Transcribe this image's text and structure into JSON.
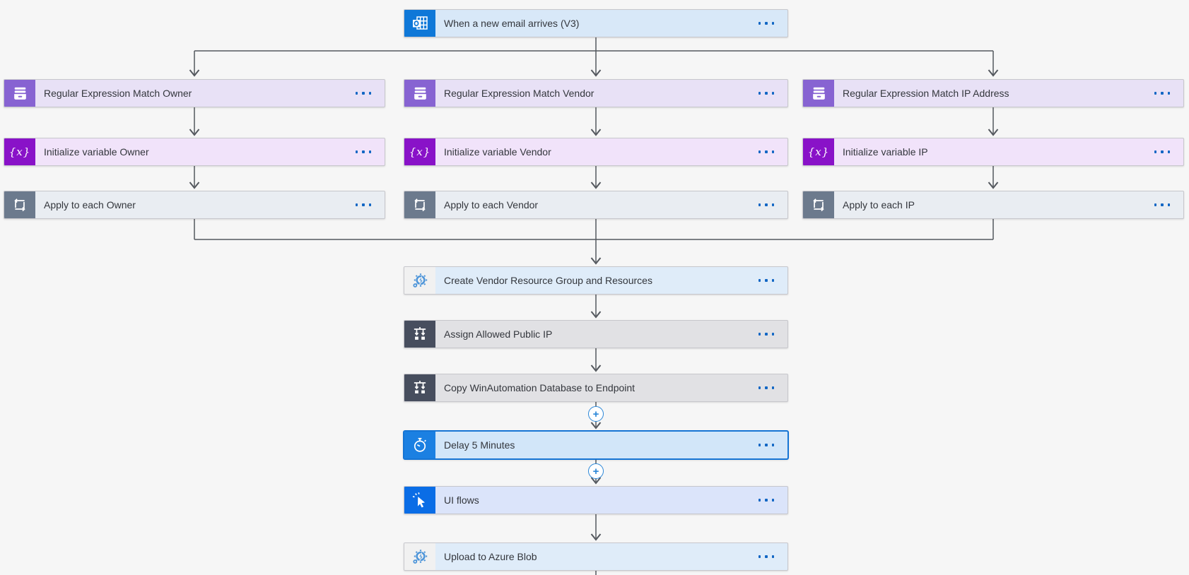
{
  "canvas": {
    "background": "#f6f6f6"
  },
  "connectors": {
    "line_color": "#54585e",
    "arrow_color": "#54585e",
    "insert_button_color": "#2b87d8",
    "menu_dot_color": "#1166c4"
  },
  "insert_buttons": [
    {
      "label": "+"
    },
    {
      "label": "+"
    }
  ],
  "palette": {
    "email": {
      "card": "#d8e8f8",
      "tile": "#0f78d8",
      "glyph": "#ffffff"
    },
    "regex": {
      "card": "#e8e1f6",
      "tile": "#8763d2",
      "glyph": "#ffffff"
    },
    "variable": {
      "card": "#f1e3fa",
      "tile": "#8912c8",
      "glyph": "#ffffff"
    },
    "foreach": {
      "card": "#e9edf2",
      "tile": "#6c7a8d",
      "glyph": "#ffffff"
    },
    "automation": {
      "card": "#dfecf9",
      "tile": "#f1f1f1",
      "glyph": "#4e95d9"
    },
    "deploy": {
      "card": "#e1e1e4",
      "tile": "#474e5e",
      "glyph": "#ffffff"
    },
    "delay": {
      "card": "#d2e6f9",
      "tile": "#1b80e2",
      "glyph": "#ffffff",
      "selected_border": "#1574d4"
    },
    "uiflows": {
      "card": "#dbe4fa",
      "tile": "#0a6de6",
      "glyph": "#ffffff"
    }
  },
  "flow": {
    "nodes": [
      {
        "id": "when-a-new-email-arrives",
        "label": "When a new email arrives (V3)",
        "icon": "outlook-icon",
        "column": "middle",
        "row": "trigger",
        "kind": "email",
        "selected": false
      },
      {
        "id": "regex-match-owner",
        "label": "Regular Expression Match Owner",
        "icon": "archive-box-icon",
        "column": "left",
        "row": "b1",
        "kind": "regex",
        "selected": false
      },
      {
        "id": "regex-match-vendor",
        "label": "Regular Expression Match Vendor",
        "icon": "archive-box-icon",
        "column": "middle",
        "row": "b1",
        "kind": "regex",
        "selected": false
      },
      {
        "id": "regex-match-ip-address",
        "label": "Regular Expression Match IP Address",
        "icon": "archive-box-icon",
        "column": "right",
        "row": "b1",
        "kind": "regex",
        "selected": false
      },
      {
        "id": "initialize-variable-owner",
        "label": "Initialize variable Owner",
        "icon": "variable-icon",
        "column": "left",
        "row": "b2",
        "kind": "variable",
        "selected": false
      },
      {
        "id": "initialize-variable-vendor",
        "label": "Initialize variable Vendor",
        "icon": "variable-icon",
        "column": "middle",
        "row": "b2",
        "kind": "variable",
        "selected": false
      },
      {
        "id": "initialize-variable-ip",
        "label": "Initialize variable IP",
        "icon": "variable-icon",
        "column": "right",
        "row": "b2",
        "kind": "variable",
        "selected": false
      },
      {
        "id": "apply-to-each-owner",
        "label": "Apply to each Owner",
        "icon": "foreach-loop-icon",
        "column": "left",
        "row": "b3",
        "kind": "foreach",
        "selected": false
      },
      {
        "id": "apply-to-each-vendor",
        "label": "Apply to each Vendor",
        "icon": "foreach-loop-icon",
        "column": "middle",
        "row": "b3",
        "kind": "foreach",
        "selected": false
      },
      {
        "id": "apply-to-each-ip",
        "label": "Apply to each IP",
        "icon": "foreach-loop-icon",
        "column": "right",
        "row": "b3",
        "kind": "foreach",
        "selected": false
      },
      {
        "id": "create-vendor-resource-group",
        "label": "Create Vendor Resource Group and Resources",
        "icon": "automation-gear-icon",
        "column": "middle",
        "row": "s0",
        "kind": "automation",
        "selected": false
      },
      {
        "id": "assign-allowed-public-ip",
        "label": "Assign Allowed Public IP",
        "icon": "deploy-icon",
        "column": "middle",
        "row": "s1",
        "kind": "deploy",
        "selected": false
      },
      {
        "id": "copy-winautomation-database",
        "label": "Copy WinAutomation Database to Endpoint",
        "icon": "deploy-icon",
        "column": "middle",
        "row": "s2",
        "kind": "deploy",
        "selected": false
      },
      {
        "id": "delay-5-minutes",
        "label": "Delay 5 Minutes",
        "icon": "stopwatch-icon",
        "column": "middle",
        "row": "s3",
        "kind": "delay",
        "selected": true
      },
      {
        "id": "ui-flows",
        "label": "UI flows",
        "icon": "cursor-icon",
        "column": "middle",
        "row": "s4",
        "kind": "uiflows",
        "selected": false
      },
      {
        "id": "upload-to-azure-blob",
        "label": "Upload to Azure Blob",
        "icon": "automation-gear-icon",
        "column": "middle",
        "row": "s5",
        "kind": "automation",
        "selected": false
      }
    ]
  }
}
